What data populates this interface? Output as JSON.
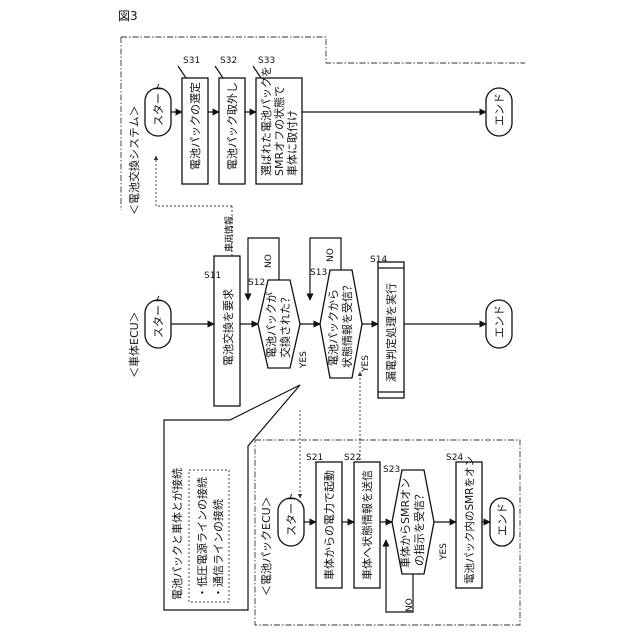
{
  "figure_label": "図3",
  "system": {
    "title": "＜電池交換システム＞",
    "start": "スタート",
    "end": "エンド",
    "s31": {
      "step": "S31",
      "text": "電池パックの選定"
    },
    "s32": {
      "step": "S32",
      "text": "電池パック取外し"
    },
    "s33": {
      "step": "S33",
      "lines": [
        "選ばれた電池パックを",
        "SMRオフの状態で",
        "車体に取付け"
      ]
    }
  },
  "vehicle_ecu": {
    "title": "＜車体ECU＞",
    "start": "スタート",
    "end": "エンド",
    "vehicle_info": "車両情報",
    "s11": {
      "step": "S11",
      "text": "電池交換を要求"
    },
    "s12": {
      "step": "S12",
      "lines": [
        "電池パックが",
        "交換された？"
      ],
      "no": "NO",
      "yes": "YES"
    },
    "s13": {
      "step": "S13",
      "lines": [
        "電池パックから",
        "状態情報を受信？"
      ],
      "no": "NO",
      "yes": "YES"
    },
    "s14": {
      "step": "S14",
      "text": "漏電判定処理を実行"
    }
  },
  "callout": {
    "title": "電池パックと車体とが接続",
    "items": [
      "・低圧電源ラインの接続",
      "・通信ラインの接続"
    ]
  },
  "pack_ecu": {
    "title": "＜電池パックECU＞",
    "start": "スタート",
    "end": "エンド",
    "s21": {
      "step": "S21",
      "text": "車体からの電力で起動"
    },
    "s22": {
      "step": "S22",
      "text": "車体へ状態情報を送信"
    },
    "s23": {
      "step": "S23",
      "lines": [
        "車体からSMRオン",
        "の指示を受信？"
      ],
      "no": "NO",
      "yes": "YES"
    },
    "s24": {
      "step": "S24",
      "text": "電池パック内のSMRをオン"
    }
  }
}
